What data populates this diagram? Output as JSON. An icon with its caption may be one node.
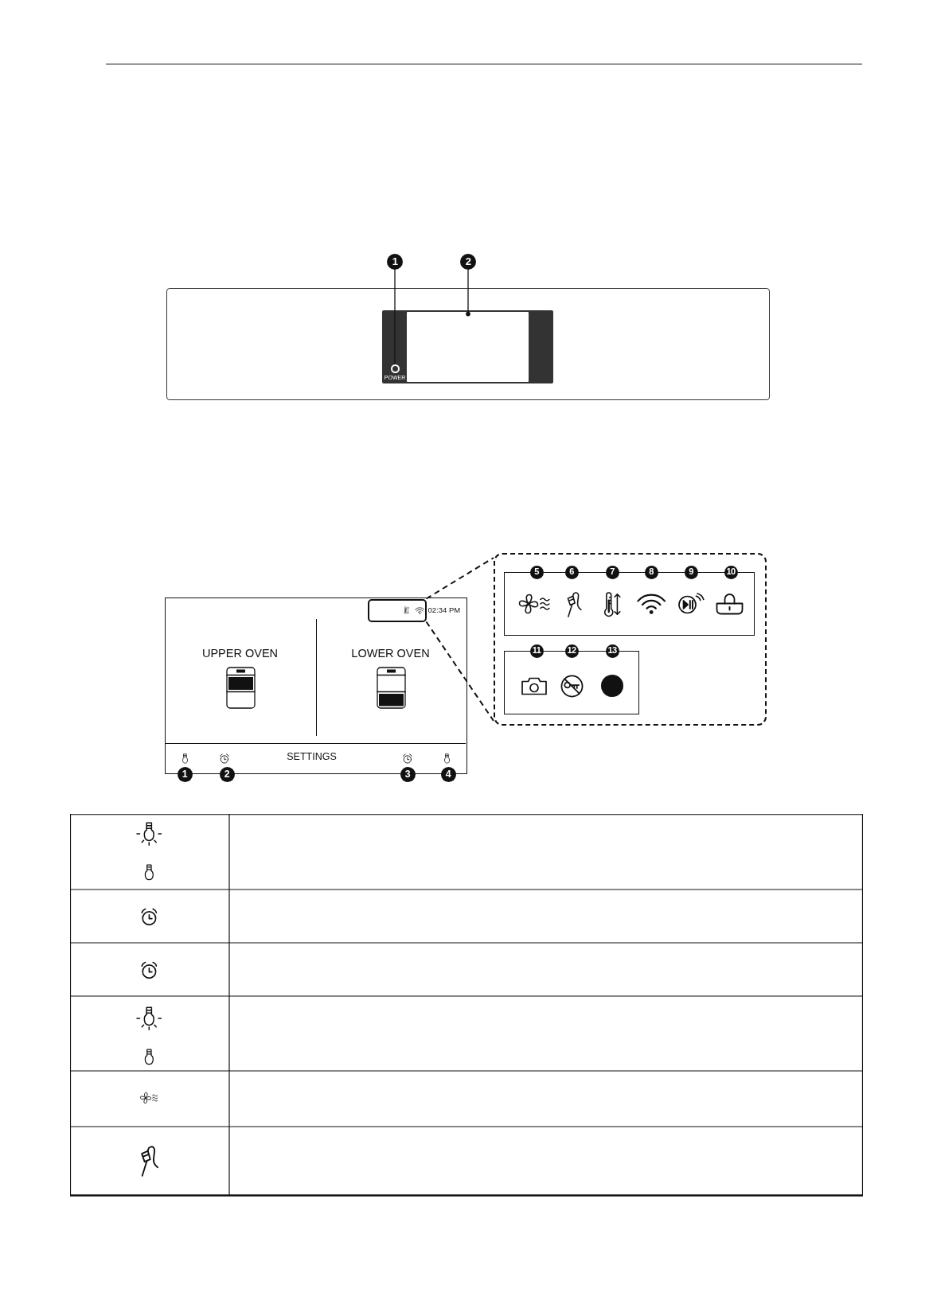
{
  "diagram": {
    "nodes": [
      {
        "text": [
          "1"
        ]
      },
      {
        "text": [
          "2"
        ]
      },
      {
        "text": [],
        "shape": "box"
      },
      {
        "text": [],
        "shape": "circle",
        "beside": [
          "POWER"
        ]
      },
      {
        "text": [],
        "shape": "box"
      },
      {
        "text": [
          "5"
        ],
        "in": 4
      },
      {
        "text": [
          "6"
        ],
        "in": 4
      },
      {
        "text": [
          "7"
        ],
        "in": 4
      },
      {
        "text": [
          "8"
        ],
        "in": 4
      },
      {
        "text": [
          "9"
        ],
        "in": 4
      },
      {
        "text": [
          "10"
        ],
        "in": 4
      },
      {
        "text": [
          "11"
        ],
        "in": 4
      },
      {
        "text": [
          "12"
        ],
        "in": 4
      },
      {
        "text": [
          "13"
        ],
        "in": 4
      },
      {
        "text": [
          "02:34 PM",
          "UPPER OVEN",
          "LOWER OVEN",
          "SETTINGS"
        ]
      },
      {
        "text": [],
        "shape": "box",
        "in": 14
      },
      {
        "text": [
          "1"
        ]
      },
      {
        "text": [
          "2"
        ]
      },
      {
        "text": [
          "3"
        ]
      },
      {
        "text": [
          "4"
        ]
      }
    ],
    "edges": [
      {
        "from": 0,
        "to": 3,
        "arrow": "none"
      },
      {
        "from": 1,
        "to": 2,
        "arrow": "other"
      },
      {
        "from": 15,
        "to": 4,
        "arrow": "none",
        "style": "dashed"
      },
      {
        "from": 15,
        "to": 4,
        "arrow": "none",
        "style": "dashed"
      }
    ]
  }
}
